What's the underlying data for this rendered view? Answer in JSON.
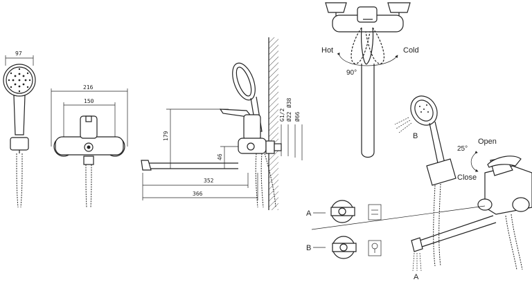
{
  "dimensions": {
    "handshower_width": "97",
    "body_width": "216",
    "inlet_spacing": "150",
    "height_179": "179",
    "height_46": "46",
    "spout_352": "352",
    "spout_366": "366",
    "thread": "G1/2",
    "dia_22": "Ø22",
    "dia_38": "Ø38",
    "dia_66": "Ø66"
  },
  "labels": {
    "hot": "Hot",
    "cold": "Cold",
    "angle_90": "90°",
    "open": "Open",
    "close": "Close",
    "angle_25": "25°",
    "mode_a": "A",
    "mode_b": "B",
    "shower_b": "B",
    "spout_a": "A"
  }
}
